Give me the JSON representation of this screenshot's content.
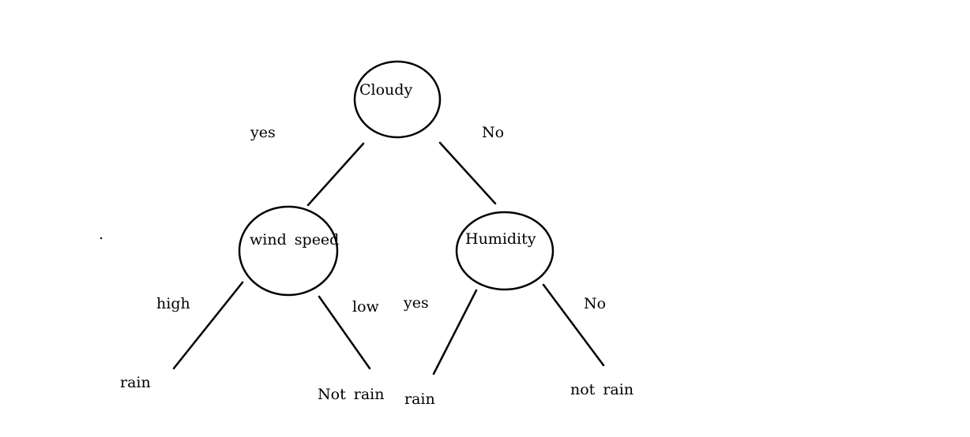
{
  "tree": {
    "root": {
      "label": "Cloudy"
    },
    "edges": {
      "root_left": "yes",
      "root_right": "No",
      "wind_left": "high",
      "wind_right": "low",
      "humidity_left": "yes",
      "humidity_right": "No"
    },
    "nodes": {
      "wind": "wind speed",
      "humidity": "Humidity"
    },
    "leaves": {
      "wind_left": "rain",
      "wind_right": "Not rain",
      "humidity_left": "rain",
      "humidity_right": "not rain"
    },
    "stray_mark": "."
  }
}
